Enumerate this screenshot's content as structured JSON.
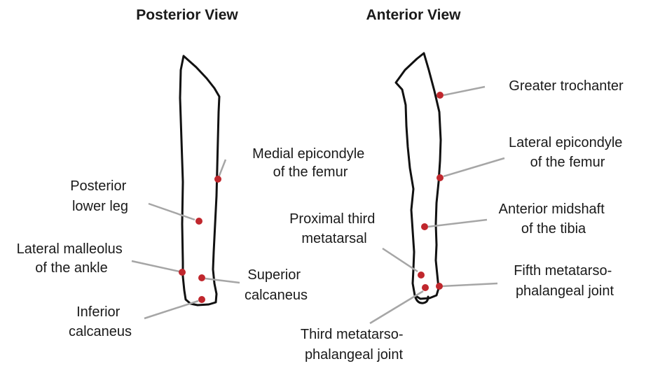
{
  "titles": {
    "posterior": "Posterior View",
    "anterior": "Anterior View"
  },
  "colors": {
    "marker": "#c0272d",
    "leader_line": "#a6a6a6",
    "outline": "#111111"
  },
  "posterior_labels": {
    "medial_epicondyle": [
      "Medial epicondyle",
      "of the femur"
    ],
    "posterior_lower_leg": [
      "Posterior",
      "lower leg"
    ],
    "lateral_malleolus": [
      "Lateral malleolus",
      "of the ankle"
    ],
    "superior_calcaneus": [
      "Superior",
      "calcaneus"
    ],
    "inferior_calcaneus": [
      "Inferior",
      "calcaneus"
    ]
  },
  "anterior_labels": {
    "greater_trochanter": [
      "Greater trochanter"
    ],
    "lateral_epicondyle": [
      "Lateral epicondyle",
      "of the femur"
    ],
    "proximal_third_metatarsal": [
      "Proximal third",
      "metatarsal"
    ],
    "anterior_midshaft_tibia": [
      "Anterior midshaft",
      "of the tibia"
    ],
    "fifth_mtp_joint": [
      "Fifth metatarso-",
      "phalangeal joint"
    ],
    "third_mtp_joint": [
      "Third metatarso-",
      "phalangeal joint"
    ]
  }
}
